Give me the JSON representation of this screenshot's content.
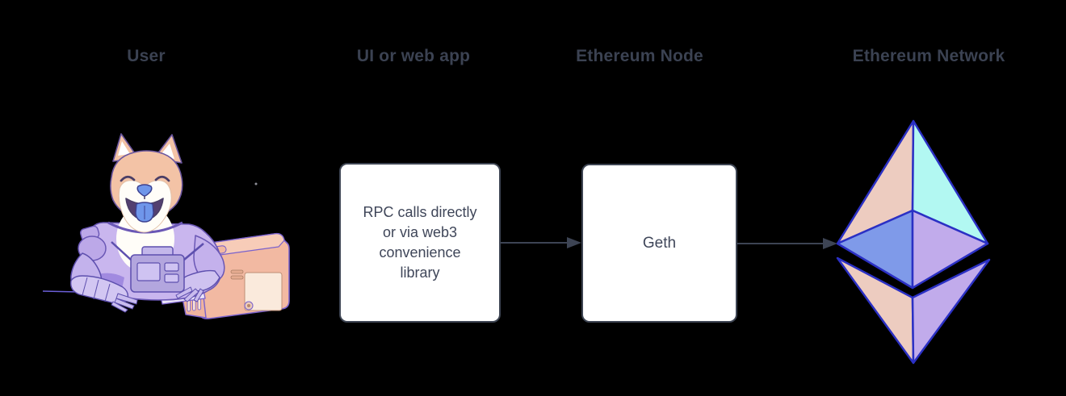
{
  "headings": [
    {
      "label": "User"
    },
    {
      "label": "UI or web app"
    },
    {
      "label": "Ethereum Node"
    },
    {
      "label": "Ethereum Network"
    }
  ],
  "boxes": {
    "webapp": {
      "lines": [
        "RPC calls directly",
        "or via web3",
        "convenience",
        "library"
      ]
    },
    "geth": {
      "label": "Geth"
    }
  },
  "edges": [
    {
      "from": "UI or web app",
      "to": "Ethereum Node"
    },
    {
      "from": "Ethereum Node",
      "to": "Ethereum Network"
    }
  ],
  "colors": {
    "background": "#000000",
    "heading_text": "#3b4252",
    "box_text": "#3f4659",
    "box_background": "#ffffff",
    "box_border": "#3e4553",
    "arrow": "#3d4454",
    "eth_logo": {
      "top_left": "#edccc0",
      "top_right": "#b2f8f2",
      "mid_left": "#7f9ae9",
      "mid_right": "#c1abeb",
      "bottom_left": "#edccc0",
      "bottom_right": "#c1abeb",
      "outline": "#2b30c4"
    }
  }
}
